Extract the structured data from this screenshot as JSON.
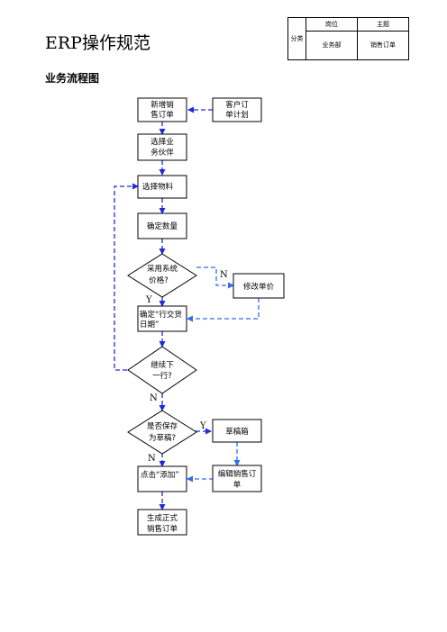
{
  "header": {
    "title": "ERP操作规范",
    "section": "业务流程图"
  },
  "meta_table": {
    "category": "分类",
    "col1_header": "岗位",
    "col2_header": "主题",
    "col1_value": "业务部",
    "col2_value": "销售订单"
  },
  "flowchart": {
    "nodes": {
      "new_order": [
        "新增销",
        "售订单"
      ],
      "customer_plan": [
        "客户订",
        "单计划"
      ],
      "select_partner": [
        "选择业",
        "务伙伴"
      ],
      "select_material": [
        "选择物料"
      ],
      "confirm_qty": [
        "确定数量"
      ],
      "use_system_price": [
        "采用系统",
        "价格?"
      ],
      "modify_price": [
        "修改单价"
      ],
      "confirm_date": [
        "确定“行交货",
        "日期”"
      ],
      "continue_next": [
        "继续下",
        "一行?"
      ],
      "save_draft_q": [
        "是否保存",
        "为草稿?"
      ],
      "draft_box": [
        "草稿箱"
      ],
      "edit_order": [
        "编辑销售订",
        "单"
      ],
      "click_add": [
        "点击“添加”"
      ],
      "generate_order": [
        "生成正式",
        "销售订单"
      ]
    },
    "labels": {
      "price_no": "N",
      "price_yes": "Y",
      "continue_no": "N",
      "draft_yes": "Y",
      "draft_no": "N"
    },
    "colors": {
      "node_border": "#000000",
      "connector": "#1f2bd6",
      "feedback_connector": "#2e6fe8"
    }
  }
}
